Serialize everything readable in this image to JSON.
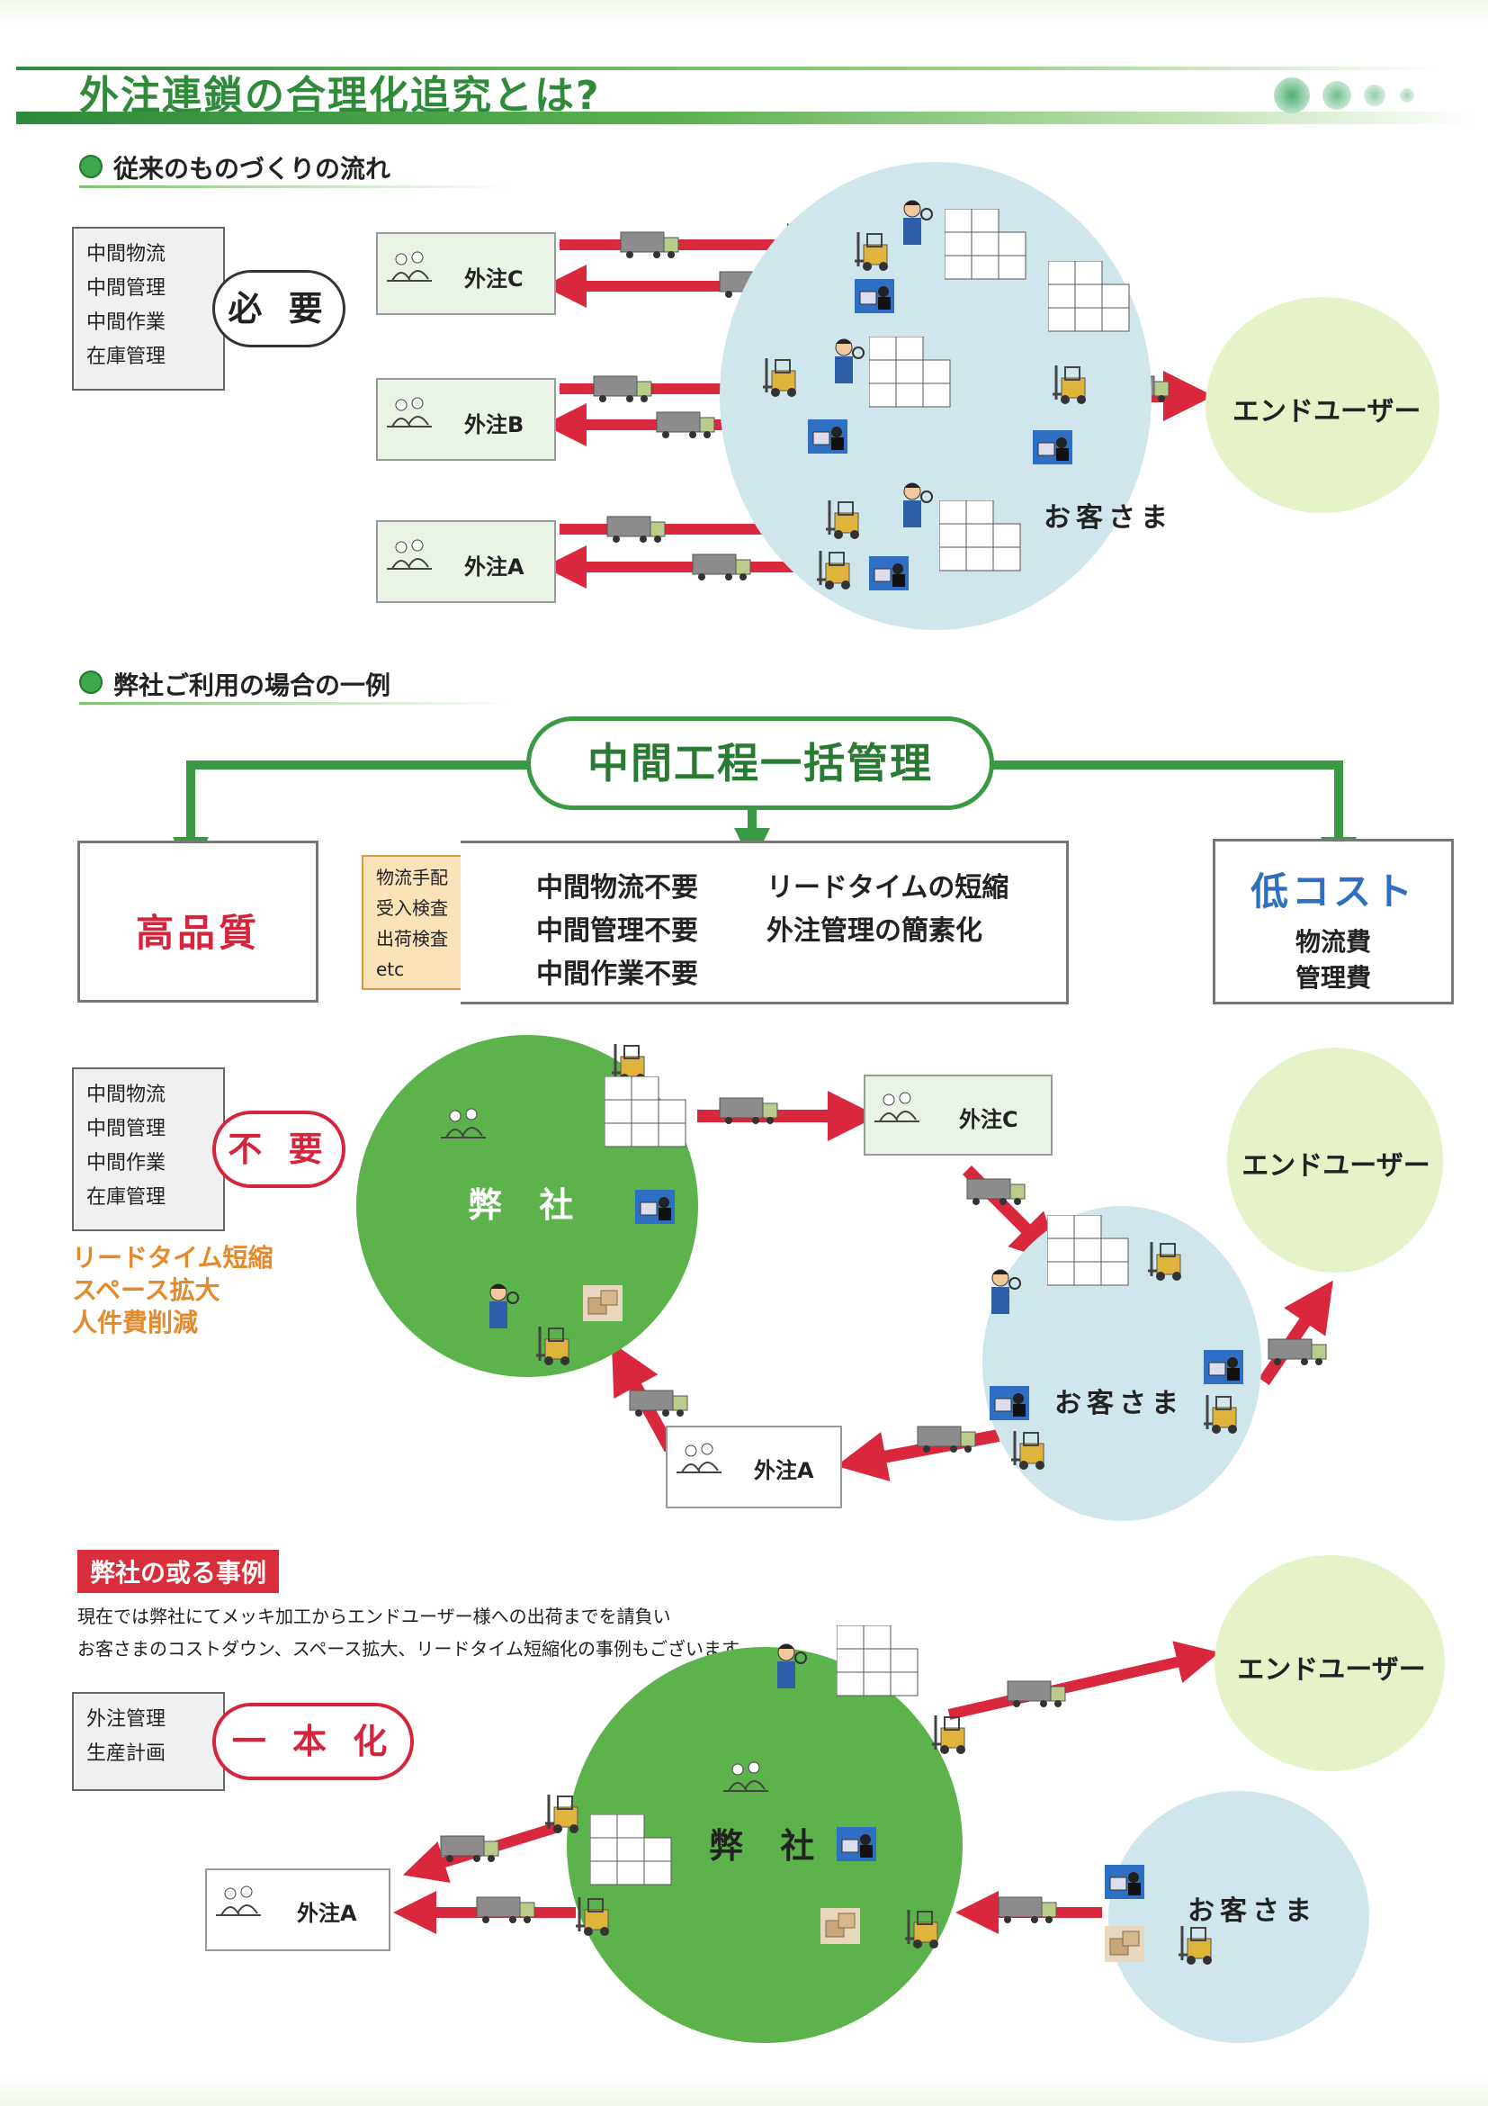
{
  "title": "外注連鎖の合理化追究とは?",
  "section1": {
    "heading": "従来のものづくりの流れ",
    "label_box": "中間物流\n中間管理\n中間作業\n在庫管理",
    "pill": "必 要",
    "suppliers": [
      "外注C",
      "外注B",
      "外注A"
    ],
    "customer": "お客さま",
    "enduser": "エンドユーザー"
  },
  "section2": {
    "heading": "弊社ご利用の場合の一例",
    "center": "中間工程一括管理",
    "left_box": "高品質",
    "orange_box": "物流手配\n受入検査\n出荷検査\netc",
    "benefits_col1": [
      "中間物流不要",
      "中間管理不要",
      "中間作業不要"
    ],
    "benefits_col2": [
      "リードタイムの短縮",
      "外注管理の簡素化"
    ],
    "right_title": "低コスト",
    "right_items": [
      "物流費",
      "管理費"
    ],
    "label_box": "中間物流\n中間管理\n中間作業\n在庫管理",
    "pill": "不 要",
    "orange_list": "リードタイム短縮\nスペース拡大\n人件費削減",
    "company": "弊 社",
    "supplier_c": "外注C",
    "supplier_a": "外注A",
    "customer": "お客さま",
    "enduser": "エンドユーザー"
  },
  "section3": {
    "tag": "弊社の或る事例",
    "desc1": "現在では弊社にてメッキ加工からエンドユーザー様への出荷までを請負い",
    "desc2": "お客さまのコストダウン、スペース拡大、リードタイム短縮化の事例もございます。",
    "label_box": "外注管理\n生産計画",
    "pill": "一 本 化",
    "company": "弊 社",
    "supplier_a": "外注A",
    "customer": "お客さま",
    "enduser": "エンドユーザー"
  },
  "colors": {
    "green": "#3a9a43",
    "red_arrow": "#d9273d",
    "customer_circle": "#cfe6ec",
    "enduser_circle": "#e6f3c8",
    "company_circle": "#5cb34b",
    "orange": "#e38a2c",
    "blue_title": "#2f6fc0",
    "red_text": "#d6243c"
  },
  "icons": [
    "factory-icon",
    "truck-icon",
    "forklift-icon",
    "worker-icon",
    "stacked-boxes-icon",
    "office-worker-icon",
    "cardboard-box-icon"
  ]
}
